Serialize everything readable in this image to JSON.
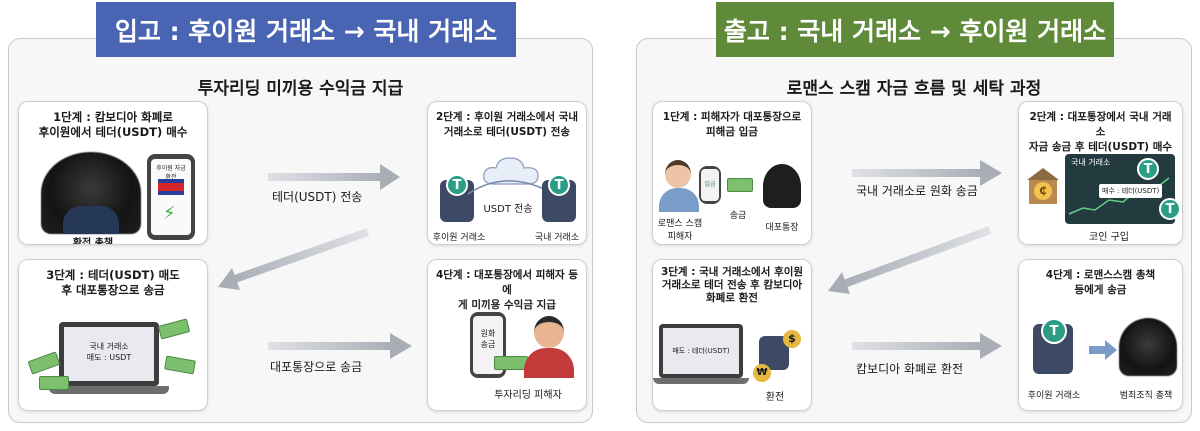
{
  "left": {
    "banner": "입고 : 후이원 거래소 → 국내 거래소",
    "subtitle": "투자리딩 미끼용 수익금 지급",
    "step1": {
      "title": "1단계 : 캄보디아 화폐로\n후이원에서 테더(USDT) 매수",
      "phone_text": "후이원 자금\n환전",
      "caption": "환전 총책"
    },
    "step2": {
      "title": "2단계 : 후이원 거래소에서 국내\n거래소로 테더(USDT) 전송",
      "flow_label": "USDT 전송",
      "caption_from": "후이원 거래소",
      "caption_to": "국내 거래소"
    },
    "step3": {
      "title": "3단계 : 테더(USDT) 매도\n후 대포통장으로 송금",
      "screen_text": "국내 거래소\n매도 : USDT"
    },
    "step4": {
      "title": "4단계 : 대포통장에서 피해자 등에\n게 미끼용 수익금 지급",
      "phone_text": "원화\n송금",
      "caption": "투자리딩 피해자"
    },
    "arrow1": "테더(USDT) 전송",
    "arrow3": "대포통장으로 송금"
  },
  "right": {
    "banner": "출고 : 국내 거래소 → 후이원 거래소",
    "subtitle": "로맨스 스캠 자금 흐름 및 세탁 과정",
    "step1": {
      "title": "1단계 : 피해자가 대포통장으로\n피해금 입금",
      "caption_victim": "로맨스 스캠\n피해자",
      "caption_cash": "송금",
      "caption_account": "대포통장",
      "phone_text": "입금"
    },
    "step2": {
      "title": "2단계 : 대포통장에서 국내 거래소\n자금 송금 후 테더(USDT) 매수",
      "screen_header": "국내 거래소",
      "screen_text": "매수 : 테더(USDT)",
      "caption": "코인 구입"
    },
    "step3": {
      "title": "3단계 : 국내 거래소에서 후이원\n거래소로 테더 전송 후 캄보디아\n화폐로 환전",
      "screen_text": "매도 : 테더(USDT)",
      "caption": "환전"
    },
    "step4": {
      "title": "4단계 : 로맨스스캠 총책\n등에게 송금",
      "caption_from": "후이원 거래소",
      "caption_to": "범죄조직 총책"
    },
    "arrow1": "국내 거래소로 원화 송금",
    "arrow3": "캄보디아 화폐로 환전"
  },
  "icons": {
    "tether_symbol": "T",
    "coin_currency": "₩",
    "dollar_symbol": "$",
    "lightning_symbol": "⚡",
    "bank_symbol": "₵"
  },
  "colors": {
    "left_banner": "#4a64b4",
    "right_banner": "#5e8a3a",
    "arrow": "#b9bcc4",
    "tether": "#2a9d84"
  }
}
